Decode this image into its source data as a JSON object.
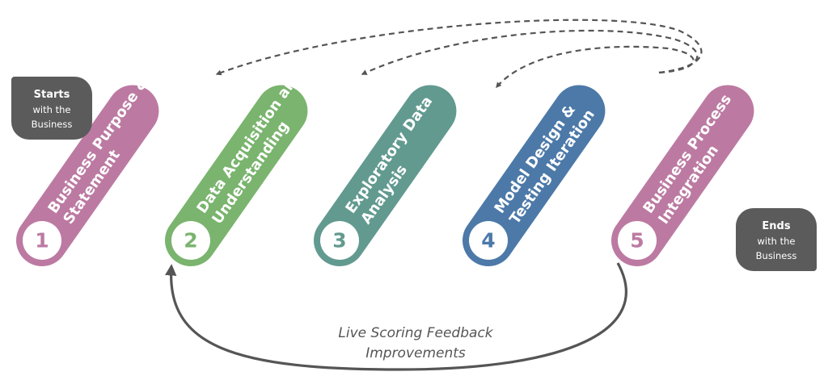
{
  "start_badge": {
    "title": "Starts",
    "line1": "with the",
    "line2": "Business"
  },
  "end_badge": {
    "title": "Ends",
    "line1": "with the",
    "line2": "Business"
  },
  "steps": [
    {
      "number": "1",
      "line1": "Business Purpose &",
      "line2": "Statement",
      "color": "#bc7aa2"
    },
    {
      "number": "2",
      "line1": "Data Acquisition and",
      "line2": "Understanding",
      "color": "#7ab46e"
    },
    {
      "number": "3",
      "line1": "Exploratory Data",
      "line2": "Analysis",
      "color": "#629a90"
    },
    {
      "number": "4",
      "line1": "Model Design &",
      "line2": "Testing Iteration",
      "color": "#4c79a8"
    },
    {
      "number": "5",
      "line1": "Business Process",
      "line2": "Integration",
      "color": "#bc7aa2"
    }
  ],
  "feedback": {
    "line1": "Live Scoring Feedback",
    "line2": "Improvements"
  },
  "colors": {
    "badge": "#5b5b5b",
    "arrow": "#555555"
  }
}
